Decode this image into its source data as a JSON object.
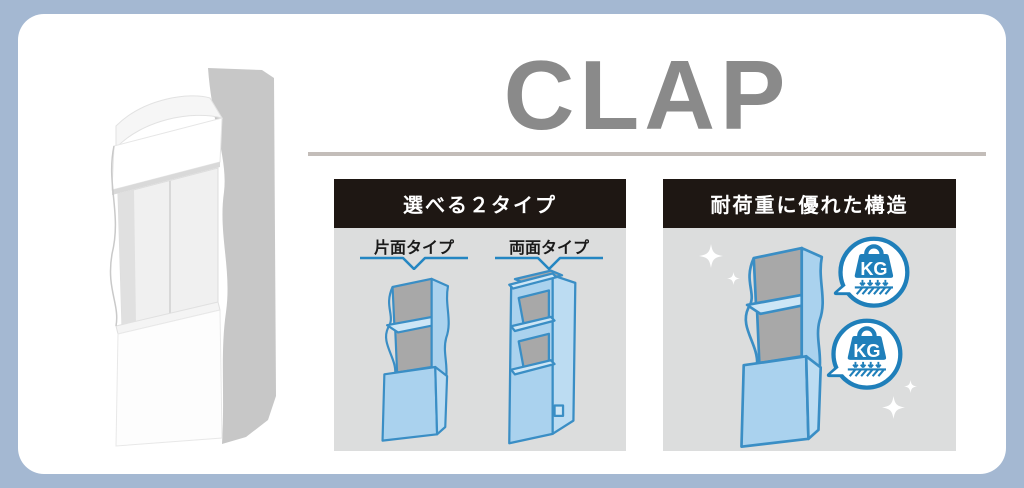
{
  "page": {
    "title": "CLAP"
  },
  "product_image": {
    "name": "white cardboard floor display stand (3D render)"
  },
  "panels": {
    "types": {
      "header": "選べる２タイプ",
      "items": [
        {
          "label": "片面タイプ",
          "illustration": "single-sided display stand (blue line art)"
        },
        {
          "label": "両面タイプ",
          "illustration": "double-sided display stand (blue line art)"
        }
      ]
    },
    "durability": {
      "header": "耐荷重に優れた構造",
      "badge_label": "KG",
      "illustration": "single-sided display stand with two weight-load badges",
      "decorations": "white sparkles"
    }
  },
  "icons": [
    "weight-kg-icon",
    "sparkle-icon",
    "type-pointer-underline"
  ],
  "colors": {
    "frame_border": "#a4b8d2",
    "card_bg": "#ffffff",
    "title_gray": "#8a8a8a",
    "divider": "#c3bdb9",
    "panel_header_bg": "#1e1713",
    "panel_header_text": "#ffffff",
    "panel_body_bg": "#dcdddd",
    "illustration_outline": "#3a8ec5",
    "illustration_fill": "#aad2ee",
    "illustration_fill_light": "#cde6f6",
    "illustration_interior_gray": "#a8a8a8",
    "badge_blue": "#1f7fba",
    "underline_blue": "#2486c2"
  }
}
